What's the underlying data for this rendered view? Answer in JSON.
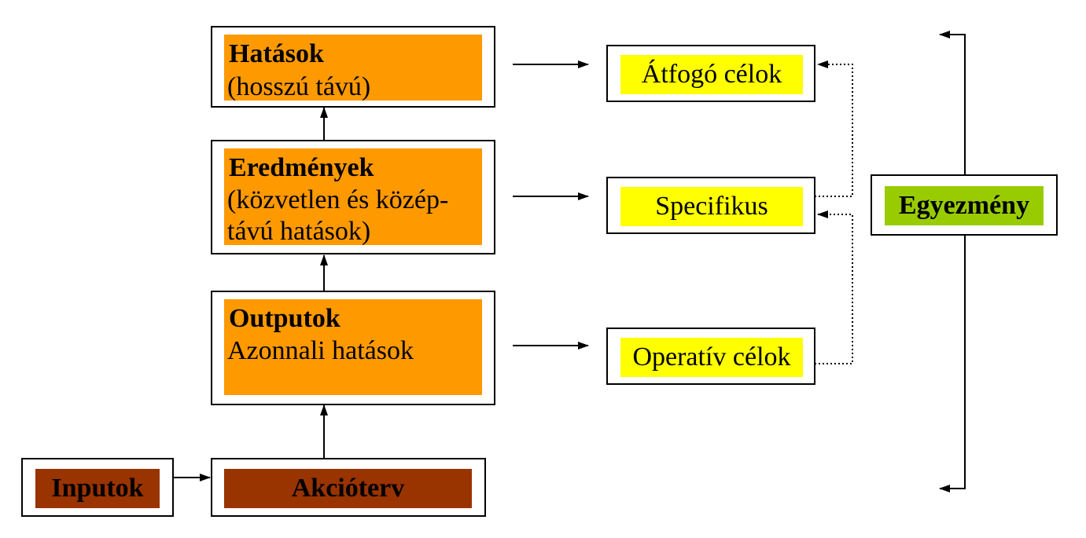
{
  "left_chain": {
    "impacts": {
      "title": "Hatások",
      "subtitle": "(hosszú távú)"
    },
    "results": {
      "title": "Eredmények",
      "line2": "(közvetlen és közép-",
      "line3": "távú hatások)"
    },
    "outputs": {
      "title": "Outputok",
      "subtitle": "Azonnali hatások"
    },
    "action_plan": {
      "label": "Akcióterv"
    },
    "inputs": {
      "label": "Inputok"
    }
  },
  "objectives": {
    "overall": "Átfogó célok",
    "specific": "Specifikus",
    "operative": "Operatív célok"
  },
  "agreement": {
    "label": "Egyezmény"
  },
  "colors": {
    "orange": "#ff9900",
    "yellow": "#ffff00",
    "brown": "#993300",
    "green": "#99cc00"
  }
}
